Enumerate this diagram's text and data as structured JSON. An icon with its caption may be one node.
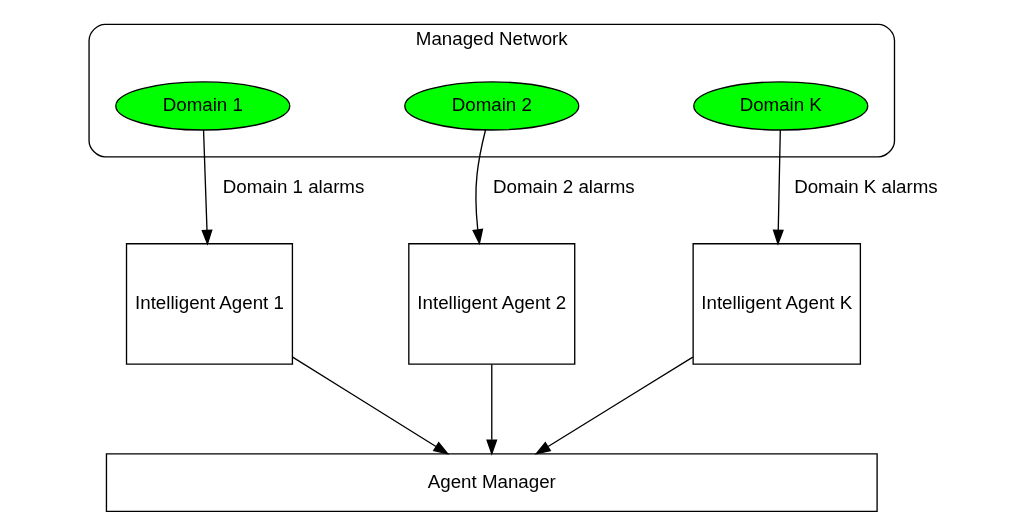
{
  "diagram": {
    "nodes": [
      {
        "text": [
          "Managed Network"
        ]
      },
      {
        "text": [
          "Domain 1"
        ],
        "in": 0
      },
      {
        "text": [
          "Domain 2"
        ],
        "in": 0
      },
      {
        "text": [
          "Domain K"
        ],
        "in": 0
      },
      {
        "text": [
          "Intelligent Agent 1"
        ]
      },
      {
        "text": [
          "Intelligent Agent 2"
        ]
      },
      {
        "text": [
          "Intelligent Agent K"
        ]
      },
      {
        "text": [
          "Agent Manager"
        ]
      }
    ],
    "edges": [
      {
        "from": 1,
        "to": 4,
        "arrow": "to",
        "label": "Domain 1 alarms"
      },
      {
        "from": 2,
        "to": 5,
        "arrow": "to",
        "label": "Domain 2 alarms"
      },
      {
        "from": 3,
        "to": 6,
        "arrow": "to",
        "label": "Domain K alarms"
      },
      {
        "from": 4,
        "to": 7,
        "arrow": "to"
      },
      {
        "from": 5,
        "to": 7,
        "arrow": "to"
      },
      {
        "from": 6,
        "to": 7,
        "arrow": "to"
      }
    ]
  }
}
